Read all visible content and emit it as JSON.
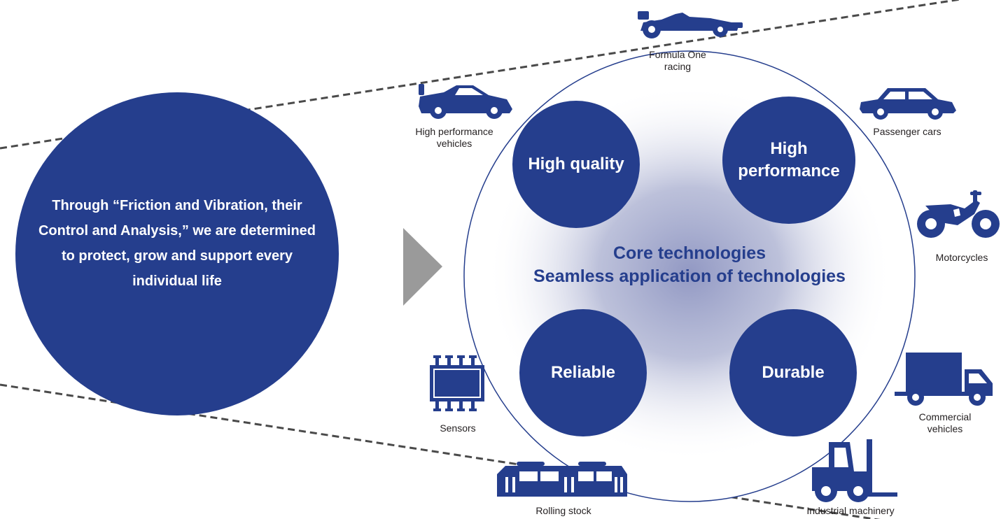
{
  "colors": {
    "brand": "#253E8D",
    "arrow": "#9A9A9A",
    "dashed_line": "#4A4A4A",
    "label_text": "#231F20",
    "glow": "#8C93C0"
  },
  "mission": {
    "text": "Through “Friction and Vibration, their Control and Analysis,” we are determined to protect, grow and support every individual life"
  },
  "core": {
    "line1": "Core technologies",
    "line2": "Seamless application of technologies"
  },
  "qualities": {
    "high_quality": "High quality",
    "high_performance": "High performance",
    "reliable": "Reliable",
    "durable": "Durable"
  },
  "applications": {
    "formula_one": {
      "label": "Formula One racing",
      "icon": "race-car-icon"
    },
    "high_performance_vehicles": {
      "label": "High performance vehicles",
      "icon": "sports-car-icon"
    },
    "passenger_cars": {
      "label": "Passenger cars",
      "icon": "sedan-icon"
    },
    "motorcycles": {
      "label": "Motorcycles",
      "icon": "motorcycle-icon"
    },
    "commercial_vehicles": {
      "label": "Commercial vehicles",
      "icon": "truck-icon"
    },
    "industrial_machinery": {
      "label": "Industrial machinery",
      "icon": "forklift-icon"
    },
    "rolling_stock": {
      "label": "Rolling stock",
      "icon": "train-icon"
    },
    "sensors": {
      "label": "Sensors",
      "icon": "sensor-chip-icon"
    }
  }
}
